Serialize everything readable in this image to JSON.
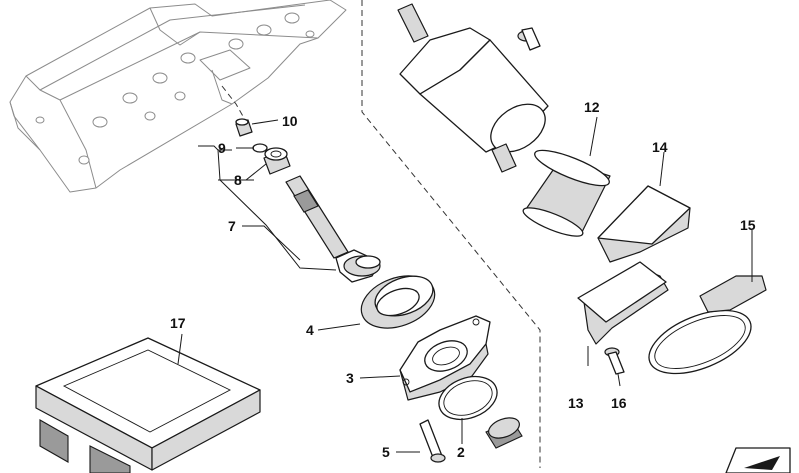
{
  "diagram": {
    "callouts": [
      "2",
      "3",
      "4",
      "5",
      "7",
      "8",
      "9",
      "10",
      "12",
      "13",
      "14",
      "15",
      "16",
      "17"
    ]
  },
  "colors": {
    "line": "#1a1a1a",
    "ghost_line": "#8c8c8c",
    "shade": "#d9d9d9"
  },
  "icons": {
    "corner": "arrow-tab-icon"
  }
}
